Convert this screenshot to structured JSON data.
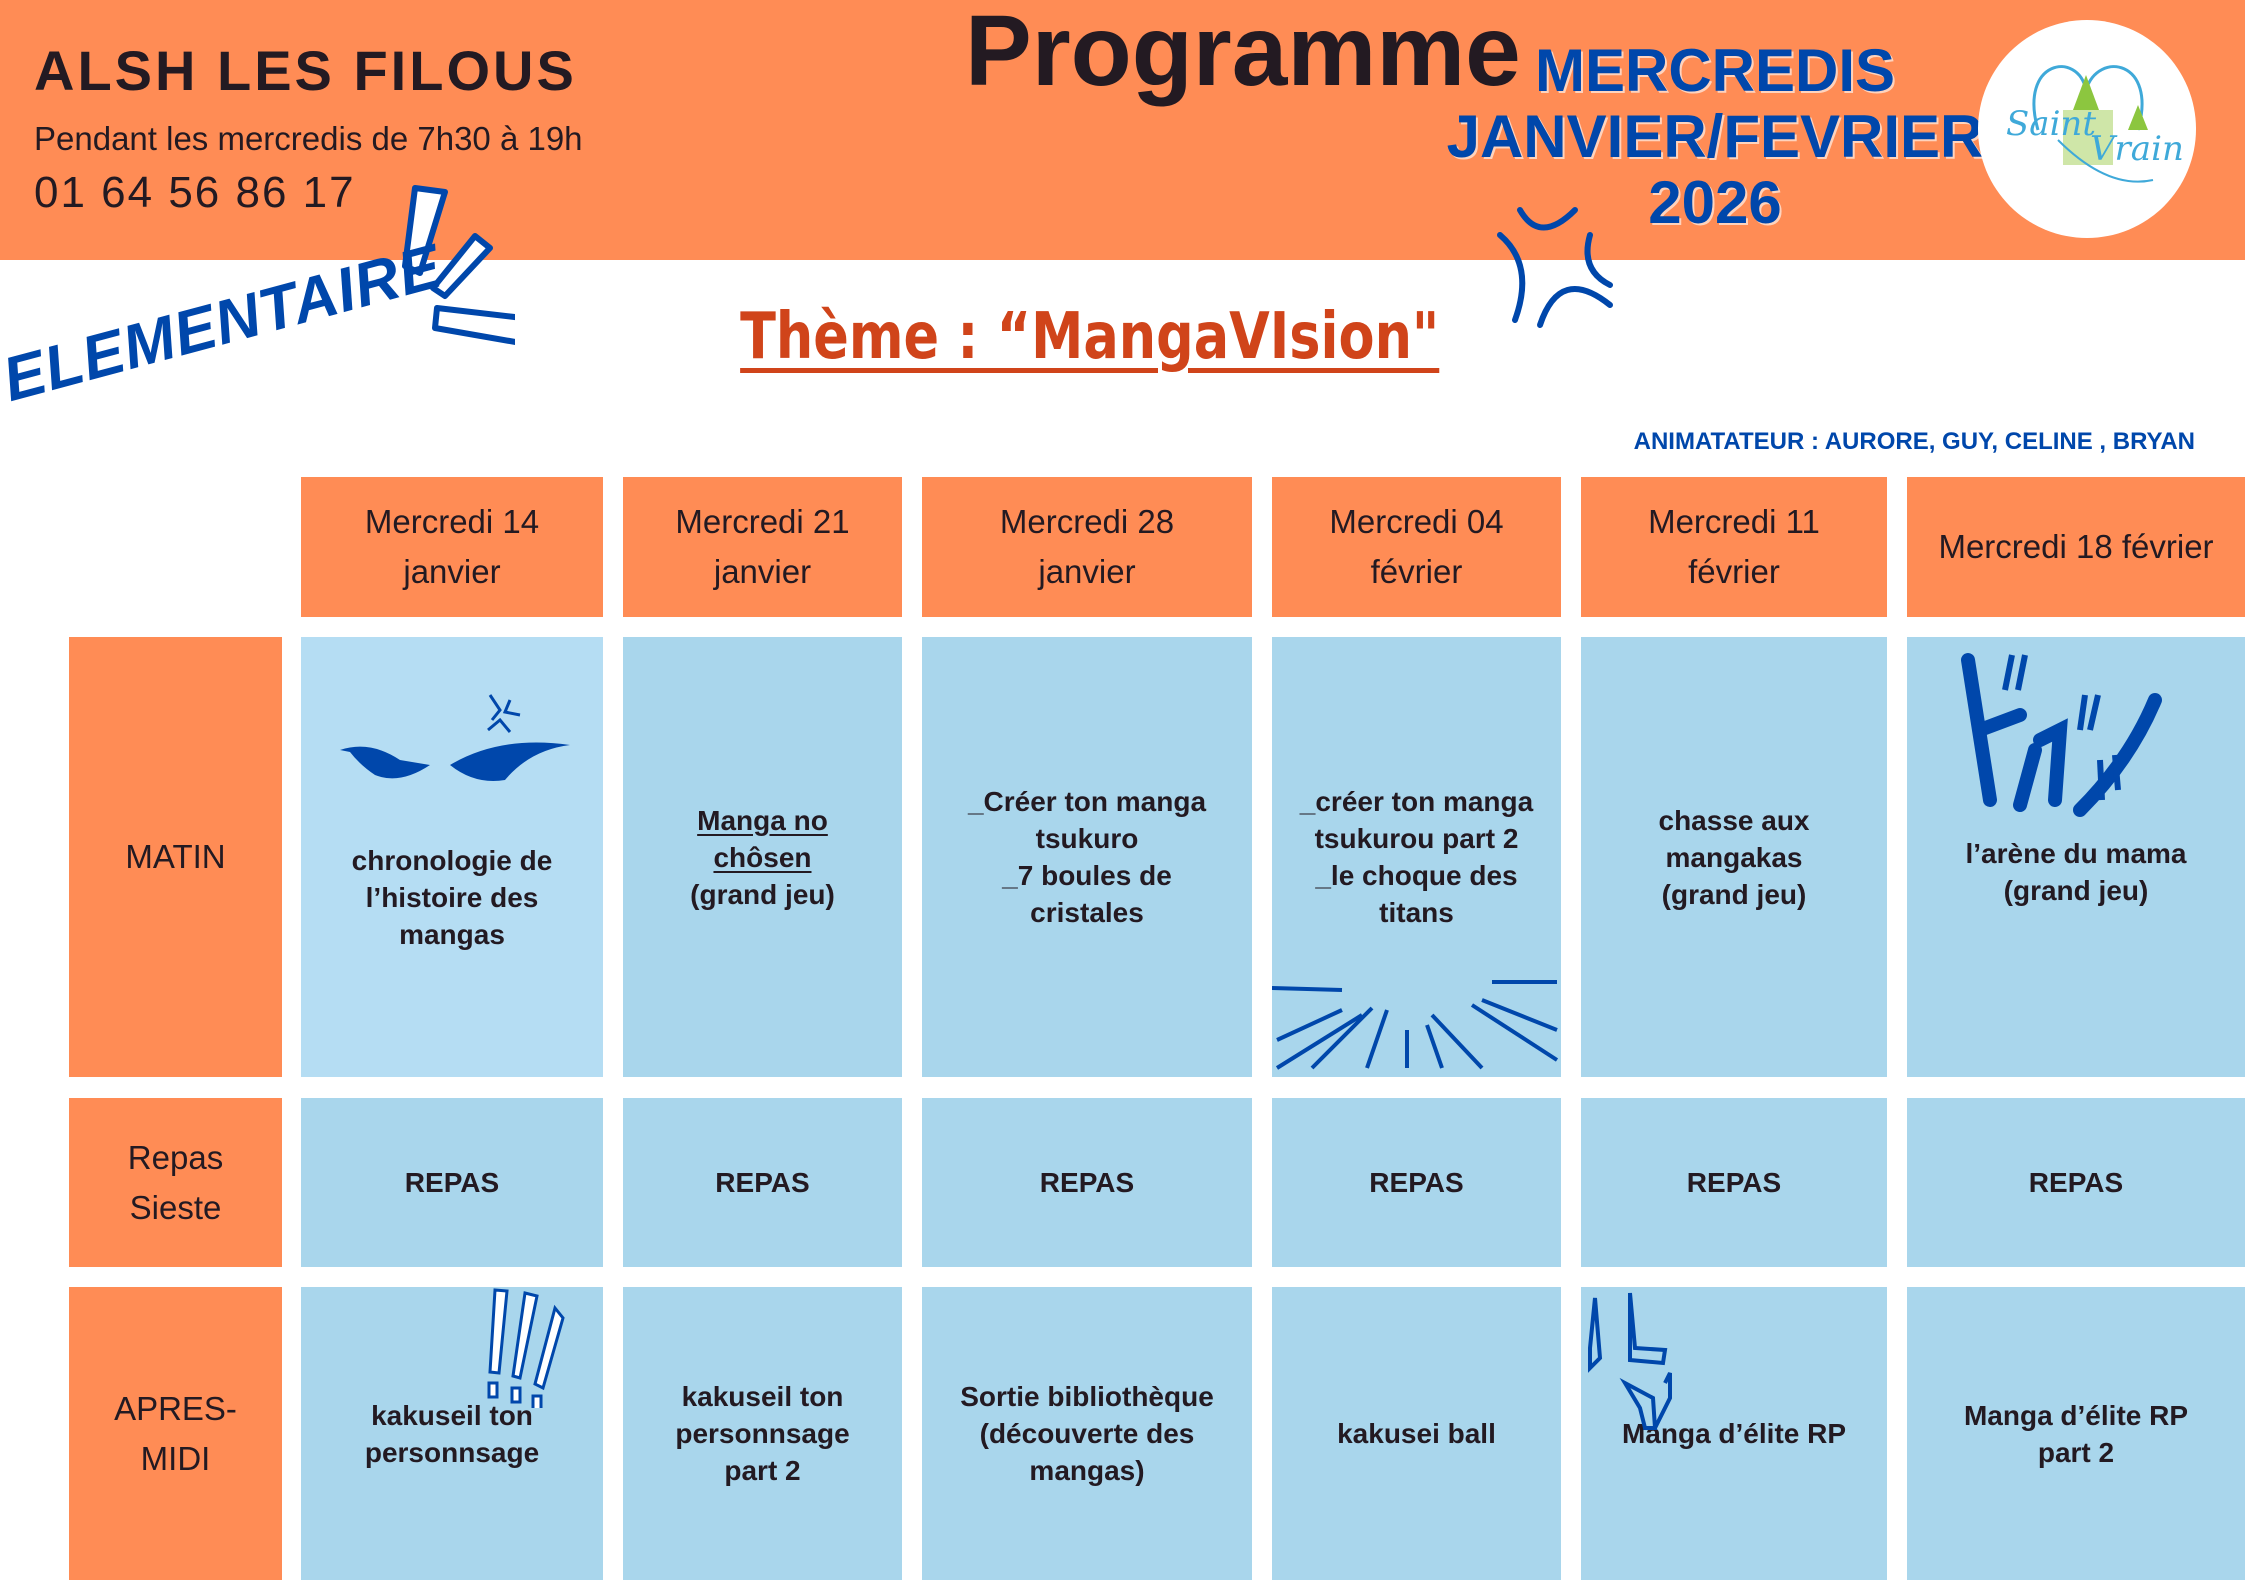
{
  "header": {
    "org": "ALSH LES FILOUS",
    "hours": "Pendant les mercredis de 7h30 à 19h",
    "phone": "01 64 56 86 17",
    "title": "Programme",
    "period": "MERCREDIS\nJANVIER/FEVRIER\n2026",
    "logo_text": "Saint Vrain",
    "level": "ELEMENTAIRE"
  },
  "theme": "Thème : “MangaVIsion\"",
  "animateurs": "ANIMATATEUR : AURORE, GUY, CELINE , BRYAN",
  "colors": {
    "orange": "#FF8C55",
    "blue": "#0047AB",
    "cell": "#A9D6EC",
    "theme": "#D0441A"
  },
  "days": [
    "Mercredi 14\njanvier",
    "Mercredi 21\njanvier",
    "Mercredi 28\njanvier",
    "Mercredi 04\nfévrier",
    "Mercredi 11\nfévrier",
    "Mercredi 18 février"
  ],
  "rows": {
    "matin": "MATIN",
    "repas": "Repas\nSieste",
    "apres": "APRES-\nMIDI"
  },
  "matin": [
    "chronologie de\nl’histoire des\nmangas",
    {
      "underlined": "Manga no\nchôsen ",
      "rest": "(grand jeu)"
    },
    "_Créer ton manga\ntsukuro\n_7 boules de\ncristales",
    "_créer ton manga\ntsukurou part 2\n_le choque des\ntitans",
    "chasse aux\nmangakas\n(grand jeu)",
    "l’arène du mama\n(grand jeu)"
  ],
  "repas": [
    "REPAS",
    "REPAS",
    "REPAS",
    "REPAS",
    "REPAS",
    "REPAS"
  ],
  "apres": [
    "kakuseil ton\npersonnsage",
    "kakuseil ton\npersonnsage\npart 2",
    "Sortie bibliothèque\n(découverte des\nmangas)",
    "kakusei ball",
    "Manga d’élite RP",
    "Manga d’élite RP\npart 2"
  ]
}
